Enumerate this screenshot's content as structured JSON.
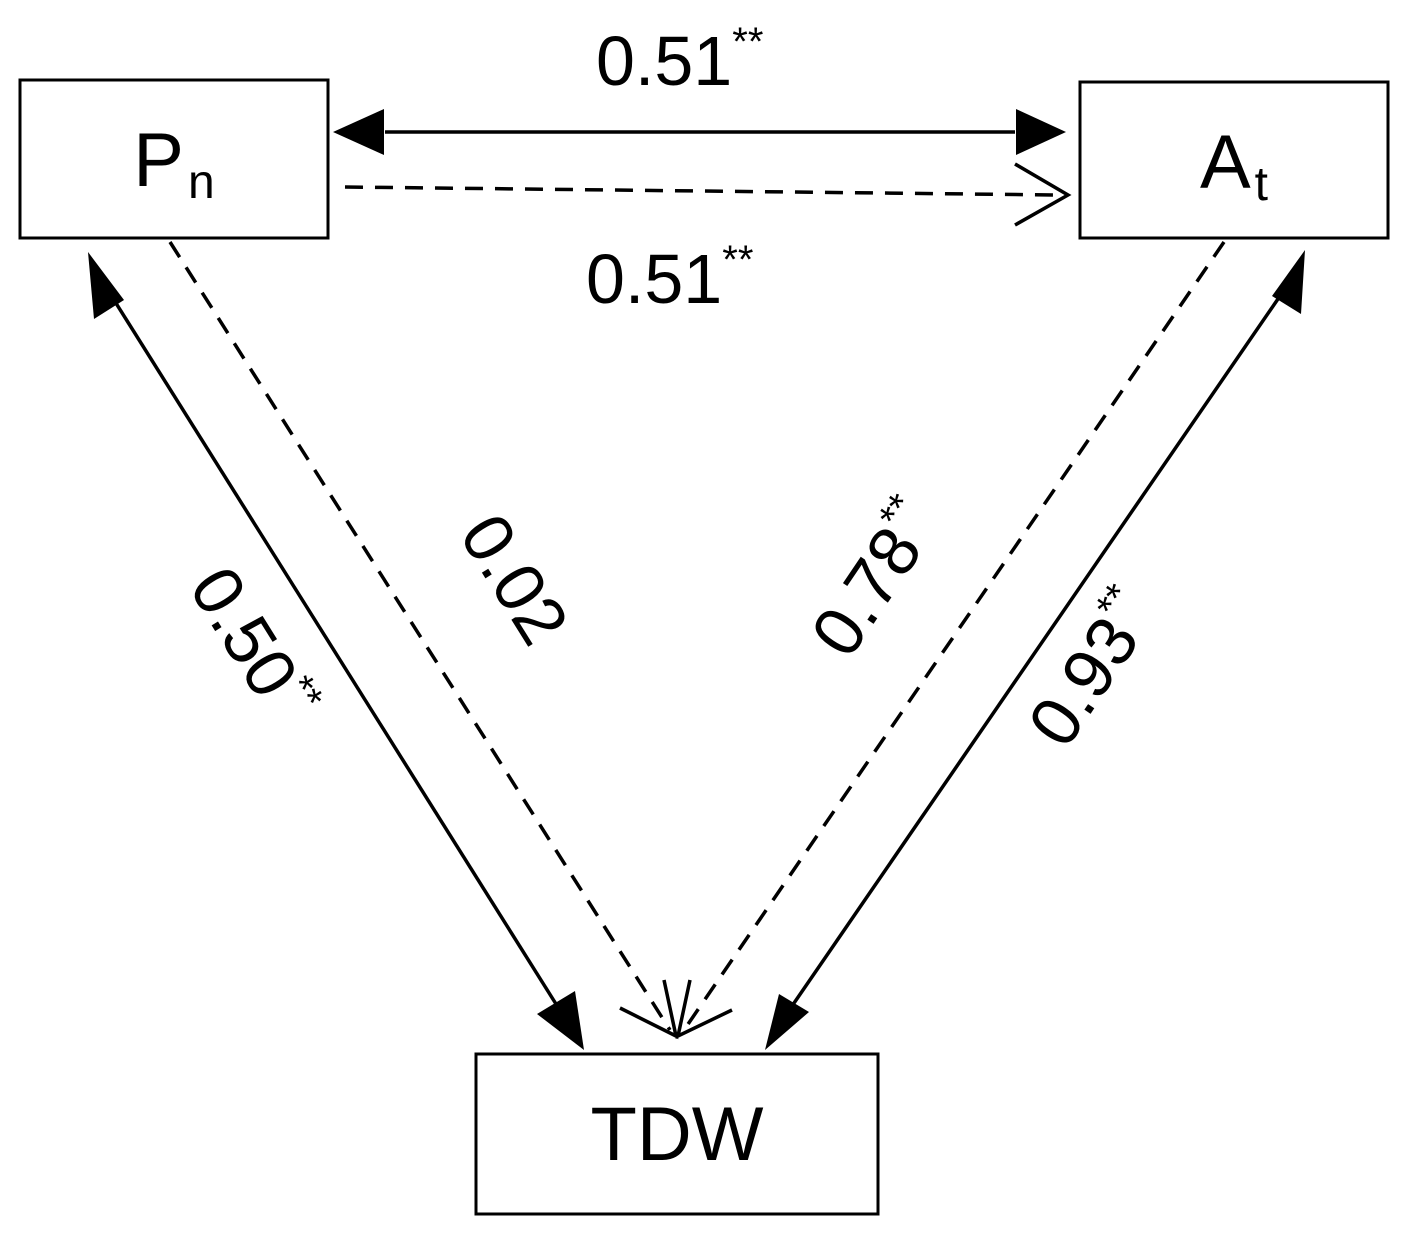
{
  "colors": {
    "ink": "#000000",
    "background": "#ffffff"
  },
  "nodes": {
    "pn": {
      "main": "P",
      "sub": "n"
    },
    "at": {
      "main": "A",
      "sub": "t"
    },
    "tdw": {
      "main": "TDW"
    }
  },
  "edges": {
    "pn_at_correlation": {
      "value": "0.51",
      "sig": "**"
    },
    "pn_at_path": {
      "value": "0.51",
      "sig": "**"
    },
    "pn_tdw_correlation": {
      "value": "0.50",
      "sig": "**"
    },
    "pn_tdw_path": {
      "value": "0.02",
      "sig": ""
    },
    "at_tdw_path": {
      "value": "0.78",
      "sig": "**"
    },
    "at_tdw_correlation": {
      "value": "0.93",
      "sig": "**"
    }
  }
}
